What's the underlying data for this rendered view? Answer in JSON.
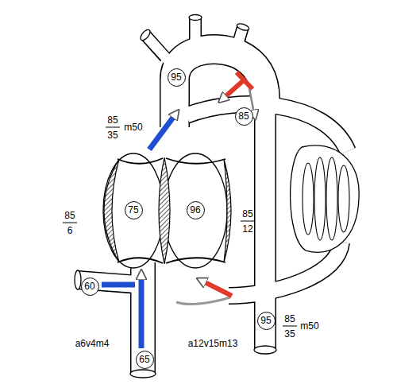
{
  "diagram": {
    "nodes": [
      {
        "text": [
          "95"
        ]
      },
      {
        "text": [
          "85"
        ]
      },
      {
        "text": [
          "75"
        ]
      },
      {
        "text": [
          "96"
        ]
      },
      {
        "text": [
          "60"
        ]
      },
      {
        "text": [
          "95"
        ]
      },
      {
        "text": [
          "65"
        ]
      }
    ],
    "labels": [
      "85",
      "35",
      "m50",
      "85",
      "6",
      "85",
      "12",
      "a6v4m4",
      "a12v15m13",
      "85",
      "35",
      "m50"
    ]
  }
}
